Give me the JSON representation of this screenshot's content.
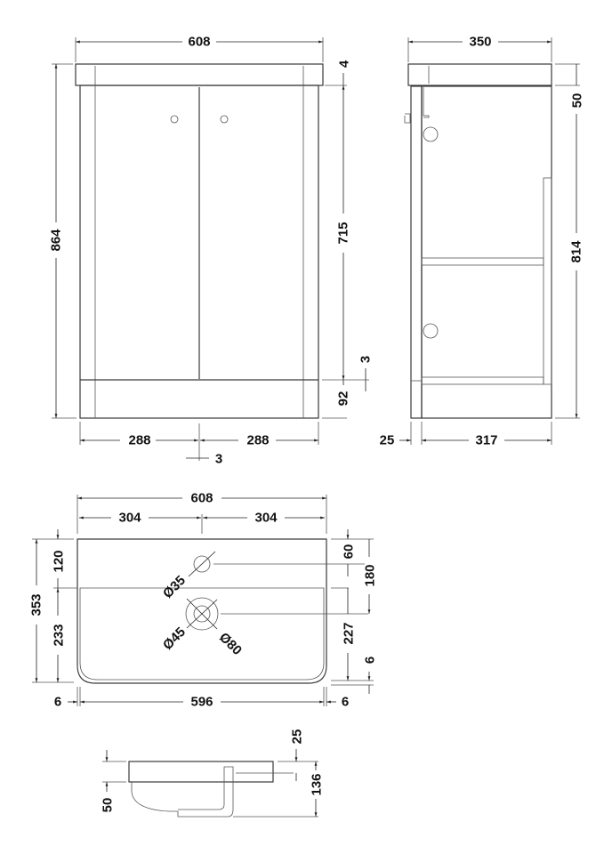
{
  "front_view": {
    "width": "608",
    "height": "864",
    "worktop_gap": "4",
    "door_height": "715",
    "plinth_gap": "3",
    "plinth_height": "92",
    "door_left": "288",
    "door_right": "288",
    "door_gap": "3"
  },
  "side_view": {
    "depth": "350",
    "top_thickness": "50",
    "body_height": "814",
    "back_panel": "25",
    "body_depth": "317"
  },
  "basin_top": {
    "width": "608",
    "half_left": "304",
    "half_right": "304",
    "overall_depth": "353",
    "tap_offset": "120",
    "bowl_depth": "233",
    "tap_to_back": "60",
    "waste_to_back": "180",
    "waste_to_front": "227",
    "front_lip": "6",
    "lip_left": "6",
    "inner_width": "596",
    "lip_right": "6",
    "tap_hole": "Ø35",
    "waste_inner": "Ø45",
    "waste_outer": "Ø80"
  },
  "basin_section": {
    "rim": "25",
    "total_depth": "136",
    "bowl_drop": "50"
  },
  "colors": {
    "line": "#3a3a3a",
    "background": "#ffffff"
  }
}
